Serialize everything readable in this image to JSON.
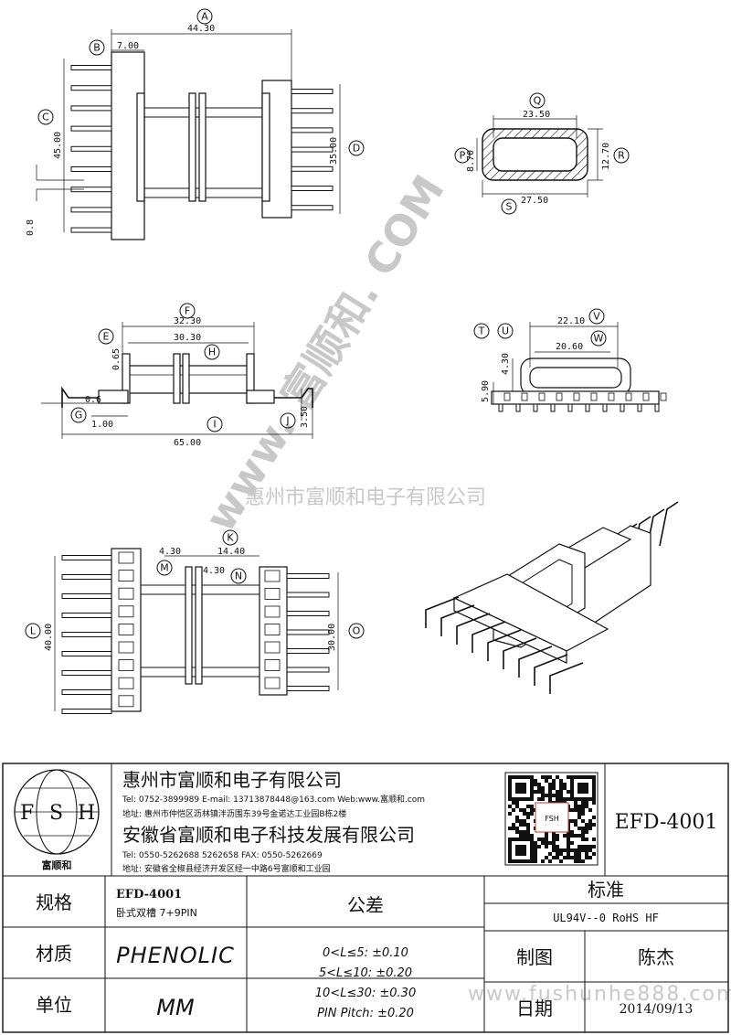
{
  "labels": {
    "A": "A",
    "B": "B",
    "C": "C",
    "D": "D",
    "E": "E",
    "F": "F",
    "G": "G",
    "H": "H",
    "I": "I",
    "J": "J",
    "K": "K",
    "L": "L",
    "M": "M",
    "N": "N",
    "O": "O",
    "P": "P",
    "Q": "Q",
    "R": "R",
    "S": "S",
    "T": "T",
    "U": "U",
    "V": "V",
    "W": "W"
  },
  "dimensions": {
    "A": "44.30",
    "B": "7.00",
    "C": "45.00",
    "D": "35.00",
    "pin_width": "0.8",
    "Q": "23.50",
    "P": "8.70",
    "R": "12.70",
    "S": "27.50",
    "F": "32.30",
    "H": "30.30",
    "E": "0.65",
    "G": "0.6",
    "G2": "1.00",
    "I": "65.00",
    "J": "3.50",
    "V": "22.10",
    "W": "20.60",
    "U": "4.30",
    "T": "5.90",
    "K": "14.40",
    "M": "4.30",
    "N": "4.30",
    "L": "40.00",
    "O": "30.00"
  },
  "watermark": {
    "diagonal": "www. 富顺和. COM",
    "center": "惠州市富顺和电子有限公司",
    "bottom": "www.fushunhe888.com"
  },
  "title_block": {
    "logo": {
      "letters": [
        "F",
        "S",
        "H"
      ],
      "name": "富顺和"
    },
    "company1": "惠州市富顺和电子有限公司",
    "company1_contact": "Tel:  0752-3899989  E-mail: 13713878448@163.com  Web:www.富顺和.com",
    "company1_address": "地址: 惠州市仲恺区沥林镇泮沥围东39号金诺达工业园B栋2楼",
    "company2": "安徽省富顺和电子科技发展有限公司",
    "company2_contact": "Tel:  0550-5262688   5262658      FAX:  0550-5262669",
    "company2_address": "地址: 安徽省全椒县经济开发区经一中路6号富顺和工业园",
    "qr_label": "FSH",
    "part_number": "EFD-4001",
    "spec_label": "规格",
    "spec_value": "EFD-4001",
    "spec_desc": "卧式双槽 7+9PIN",
    "material_label": "材质",
    "material_value": "PHENOLIC",
    "unit_label": "单位",
    "unit_value": "MM",
    "tolerance_label": "公差",
    "tolerance_lines": [
      "0<L≤5: ±0.10",
      "5<L≤10: ±0.20",
      "10<L≤30: ±0.30",
      "PIN Pitch: ±0.20"
    ],
    "standard_label": "标准",
    "standard_value": "UL94V--0  RoHS HF",
    "drawn_label": "制图",
    "drawn_value": "陈杰",
    "date_label": "日期",
    "date_value": "2014/09/13"
  }
}
